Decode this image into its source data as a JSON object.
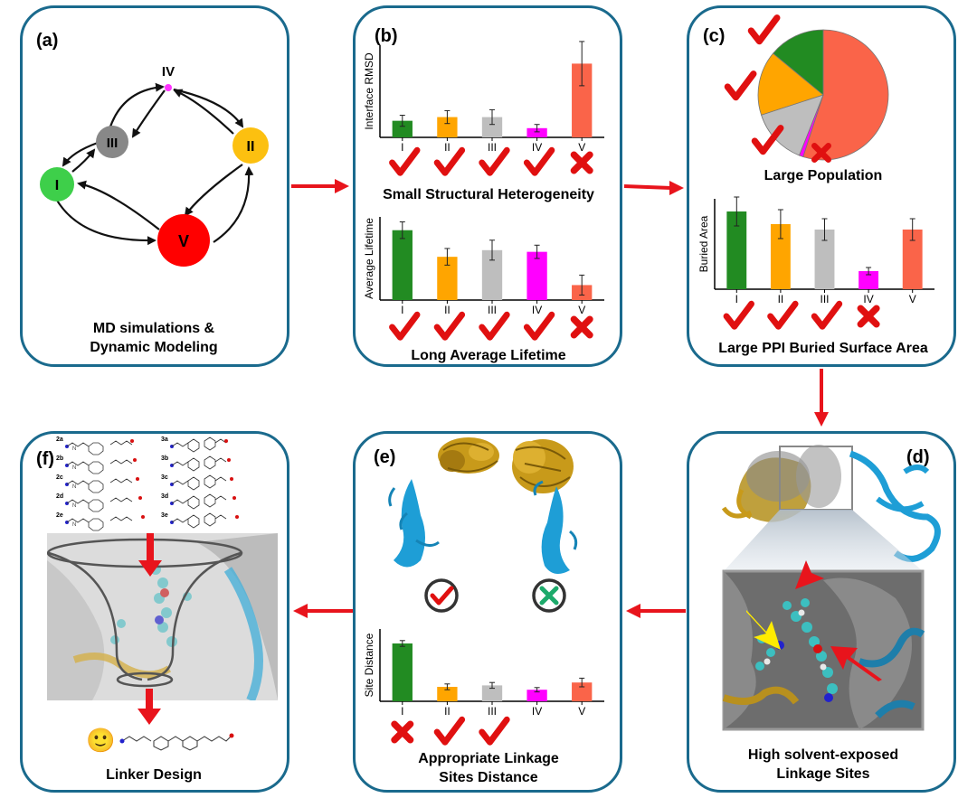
{
  "colors": {
    "panel_border": "#1a6a8d",
    "arrow": "#e8141c",
    "check": "#e01010",
    "cross": "#e01010",
    "I": "#228b22",
    "II": "#ffa500",
    "III": "#bebebe",
    "IV": "#ff00ff",
    "V": "#fa6449",
    "node_I": "#3ecf4a",
    "node_II": "#fcc010",
    "node_III": "#888888",
    "node_IV": "#ff33ff",
    "node_V": "#ff0000"
  },
  "panels": {
    "a": {
      "label": "(a)",
      "caption_l1": "MD simulations &",
      "caption_l2": "Dynamic Modeling",
      "nodes": [
        "I",
        "II",
        "III",
        "IV",
        "V"
      ]
    },
    "b": {
      "label": "(b)",
      "chart1_caption": "Small Structural Heterogeneity",
      "chart2_caption": "Long Average Lifetime"
    },
    "c": {
      "label": "(c)",
      "pie_caption": "Large Population",
      "bar_caption": "Large PPI Buried Surface Area"
    },
    "d": {
      "label": "(d)",
      "caption_l1": "High solvent-exposed",
      "caption_l2": "Linkage Sites"
    },
    "e": {
      "label": "(e)",
      "caption_l1": "Appropriate  Linkage",
      "caption_l2": "Sites Distance"
    },
    "f": {
      "label": "(f)",
      "caption": "Linker Design",
      "smiley": "🙂",
      "library_left": [
        "2a",
        "2b",
        "2c",
        "2d",
        "2e"
      ],
      "library_right": [
        "3a",
        "3b",
        "3c",
        "3d",
        "3e"
      ],
      "lib_mark": "N"
    }
  },
  "chart_data": [
    {
      "type": "bar",
      "id": "interface-rmsd",
      "ylabel": "Interface RMSD",
      "categories": [
        "I",
        "II",
        "III",
        "IV",
        "V"
      ],
      "values": [
        0.9,
        1.1,
        1.1,
        0.5,
        4.0
      ],
      "errors": [
        0.3,
        0.35,
        0.4,
        0.2,
        1.2
      ],
      "ylim": [
        0,
        5
      ],
      "verdict": [
        "check",
        "check",
        "check",
        "check",
        "cross"
      ]
    },
    {
      "type": "bar",
      "id": "average-lifetime",
      "ylabel": "Average Lifetime",
      "categories": [
        "I",
        "II",
        "III",
        "IV",
        "V"
      ],
      "values": [
        4.2,
        2.6,
        3.0,
        2.9,
        0.9
      ],
      "errors": [
        0.5,
        0.5,
        0.6,
        0.4,
        0.6
      ],
      "ylim": [
        0,
        5
      ],
      "verdict": [
        "check",
        "check",
        "check",
        "check",
        "cross"
      ]
    },
    {
      "type": "pie",
      "id": "population",
      "categories": [
        "I",
        "II",
        "III",
        "IV",
        "V"
      ],
      "values": [
        14,
        16,
        14,
        1,
        55
      ],
      "verdict": [
        "check",
        "check",
        "check",
        "",
        "cross"
      ]
    },
    {
      "type": "bar",
      "id": "buried-area",
      "ylabel": "Buried Area",
      "categories": [
        "I",
        "II",
        "III",
        "IV",
        "V"
      ],
      "values": [
        4.3,
        3.6,
        3.3,
        1.0,
        3.3
      ],
      "errors": [
        0.8,
        0.8,
        0.6,
        0.2,
        0.6
      ],
      "ylim": [
        0,
        5
      ],
      "verdict": [
        "check",
        "check",
        "check",
        "cross",
        ""
      ]
    },
    {
      "type": "bar",
      "id": "site-distance",
      "ylabel": "Site Distance",
      "categories": [
        "I",
        "II",
        "III",
        "IV",
        "V"
      ],
      "values": [
        4.0,
        1.0,
        1.1,
        0.8,
        1.3
      ],
      "errors": [
        0.2,
        0.2,
        0.2,
        0.15,
        0.3
      ],
      "ylim": [
        0,
        5
      ],
      "verdict": [
        "cross",
        "check",
        "check",
        "",
        ""
      ]
    }
  ]
}
